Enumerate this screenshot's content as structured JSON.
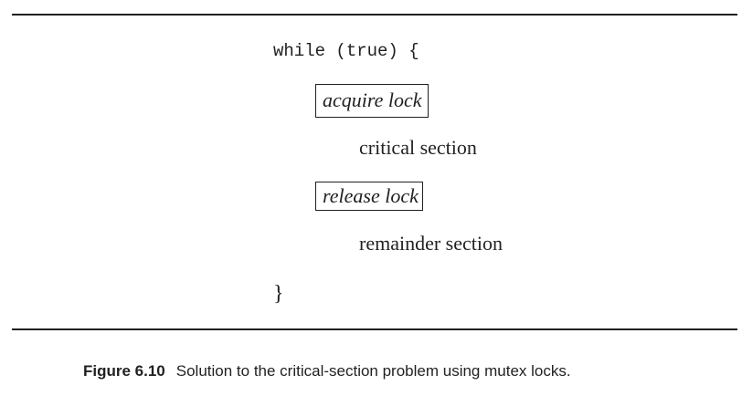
{
  "code": {
    "while_line": "while (true) {",
    "acquire": "acquire lock",
    "critical": "critical section",
    "release": "release lock",
    "remainder": "remainder section",
    "close_brace": "}"
  },
  "caption": {
    "label": "Figure 6.10",
    "text": "Solution to the critical-section problem using mutex locks."
  }
}
